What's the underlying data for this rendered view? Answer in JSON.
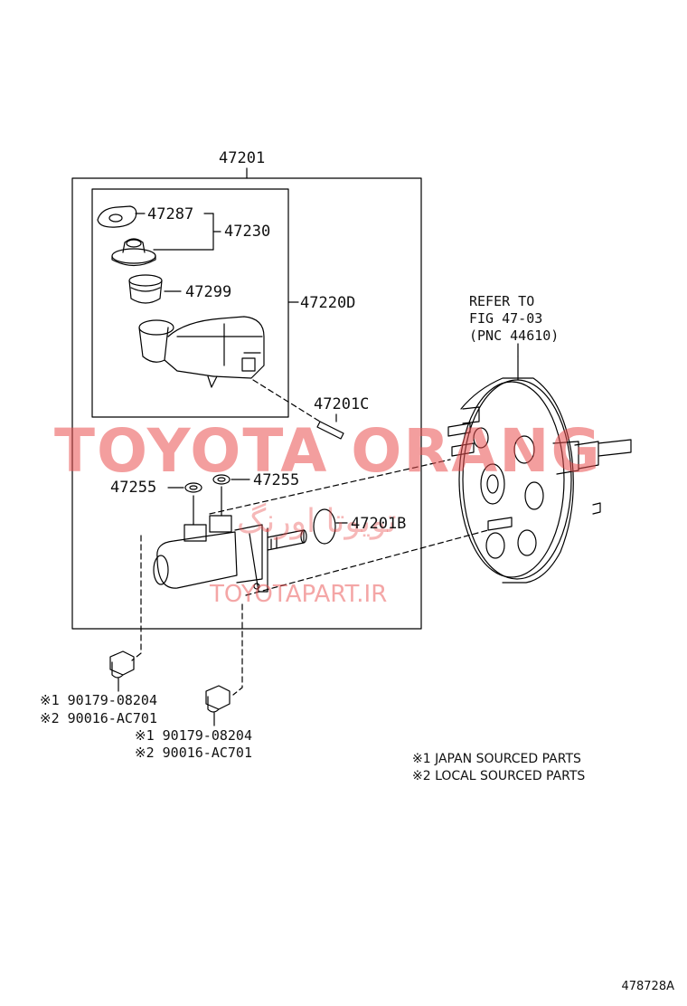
{
  "parts": {
    "assembly": "47201",
    "reservoir_seal": "47287",
    "reservoir_cap_set": "47230",
    "strainer": "47299",
    "reservoir_tank": "47220D",
    "pin": "47201C",
    "grommet_left": "47255",
    "grommet_right": "47255",
    "o_ring": "47201B"
  },
  "refer": {
    "line1": "REFER TO",
    "line2": "FIG 47-03",
    "line3": "(PNC 44610)"
  },
  "nuts": {
    "left": {
      "line1": "※1 90179-08204",
      "line2": "※2 90016-AC701"
    },
    "right": {
      "line1": "※1 90179-08204",
      "line2": "※2 90016-AC701"
    }
  },
  "notes": {
    "note1": "※1  JAPAN SOURCED PARTS",
    "note2": "※2  LOCAL SOURCED PARTS"
  },
  "watermark": {
    "main": "TOYOTA ORANG",
    "farsi": "تویوتا اورنگ",
    "url": "TOYOTAPART.IR",
    "color": "#e94e4e"
  },
  "figure_id": "478728A"
}
